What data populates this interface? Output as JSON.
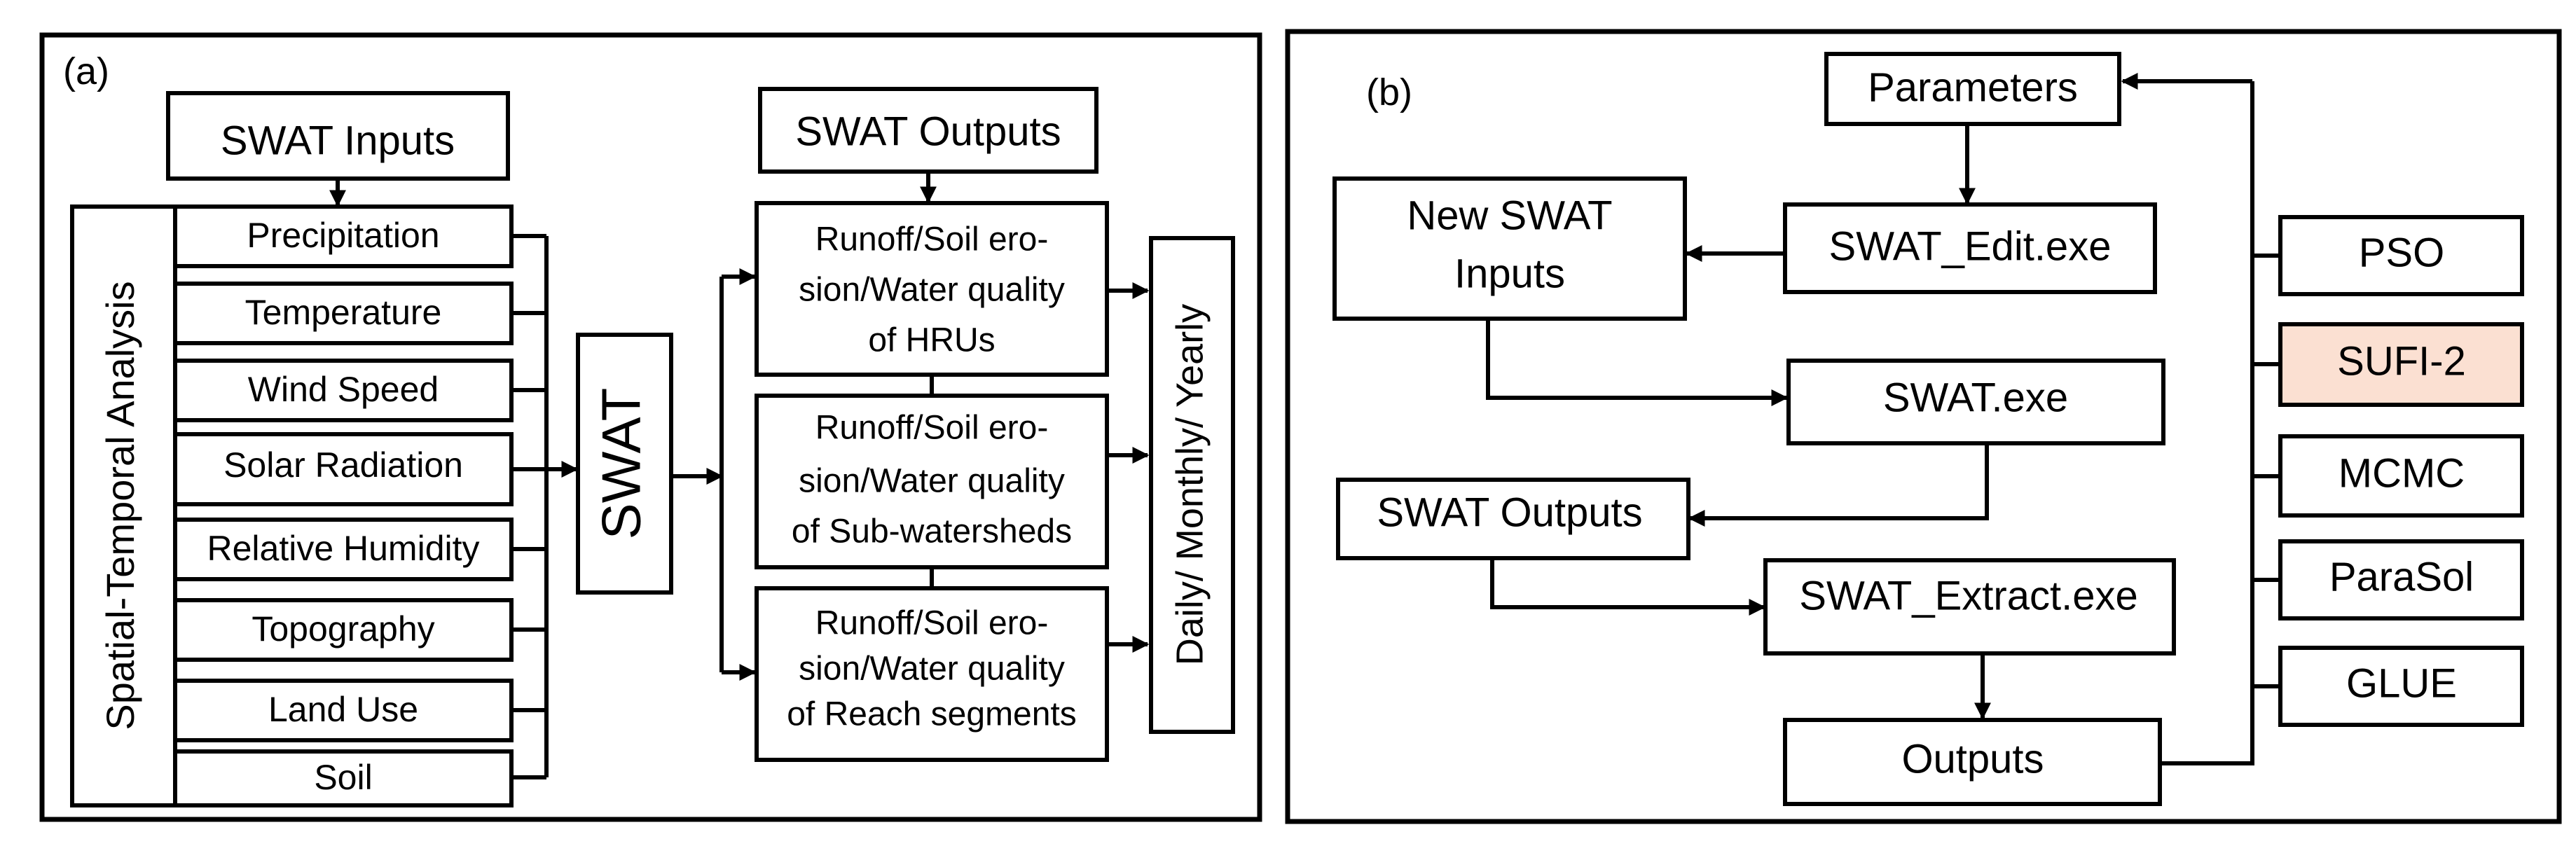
{
  "panel_a": {
    "label": "(a)",
    "inputs_title": "SWAT Inputs",
    "side_label": "Spatial-Temporal Analysis",
    "inputs": [
      "Precipitation",
      "Temperature",
      "Wind Speed",
      "Solar Radiation",
      "Relative Humidity",
      "Topography",
      "Land Use",
      "Soil"
    ],
    "model_label": "SWAT",
    "outputs_title": "SWAT Outputs",
    "outputs": [
      [
        "Runoff/Soil ero-",
        "sion/Water quality",
        "of HRUs"
      ],
      [
        "Runoff/Soil ero-",
        "sion/Water quality",
        "of Sub-watersheds"
      ],
      [
        "Runoff/Soil ero-",
        "sion/Water quality",
        "of Reach segments"
      ]
    ],
    "time_scale": "Daily/ Monthly/ Yearly"
  },
  "panel_b": {
    "label": "(b)",
    "parameters": "Parameters",
    "new_inputs": [
      "New SWAT",
      "Inputs"
    ],
    "swat_edit": "SWAT_Edit.exe",
    "swat_exe": "SWAT.exe",
    "swat_outputs": "SWAT Outputs",
    "swat_extract": "SWAT_Extract.exe",
    "outputs": "Outputs",
    "algorithms": [
      "PSO",
      "SUFI-2",
      "MCMC",
      "ParaSol",
      "GLUE"
    ],
    "highlighted_algorithm": "SUFI-2",
    "highlight_color": "#fbe0d2"
  }
}
